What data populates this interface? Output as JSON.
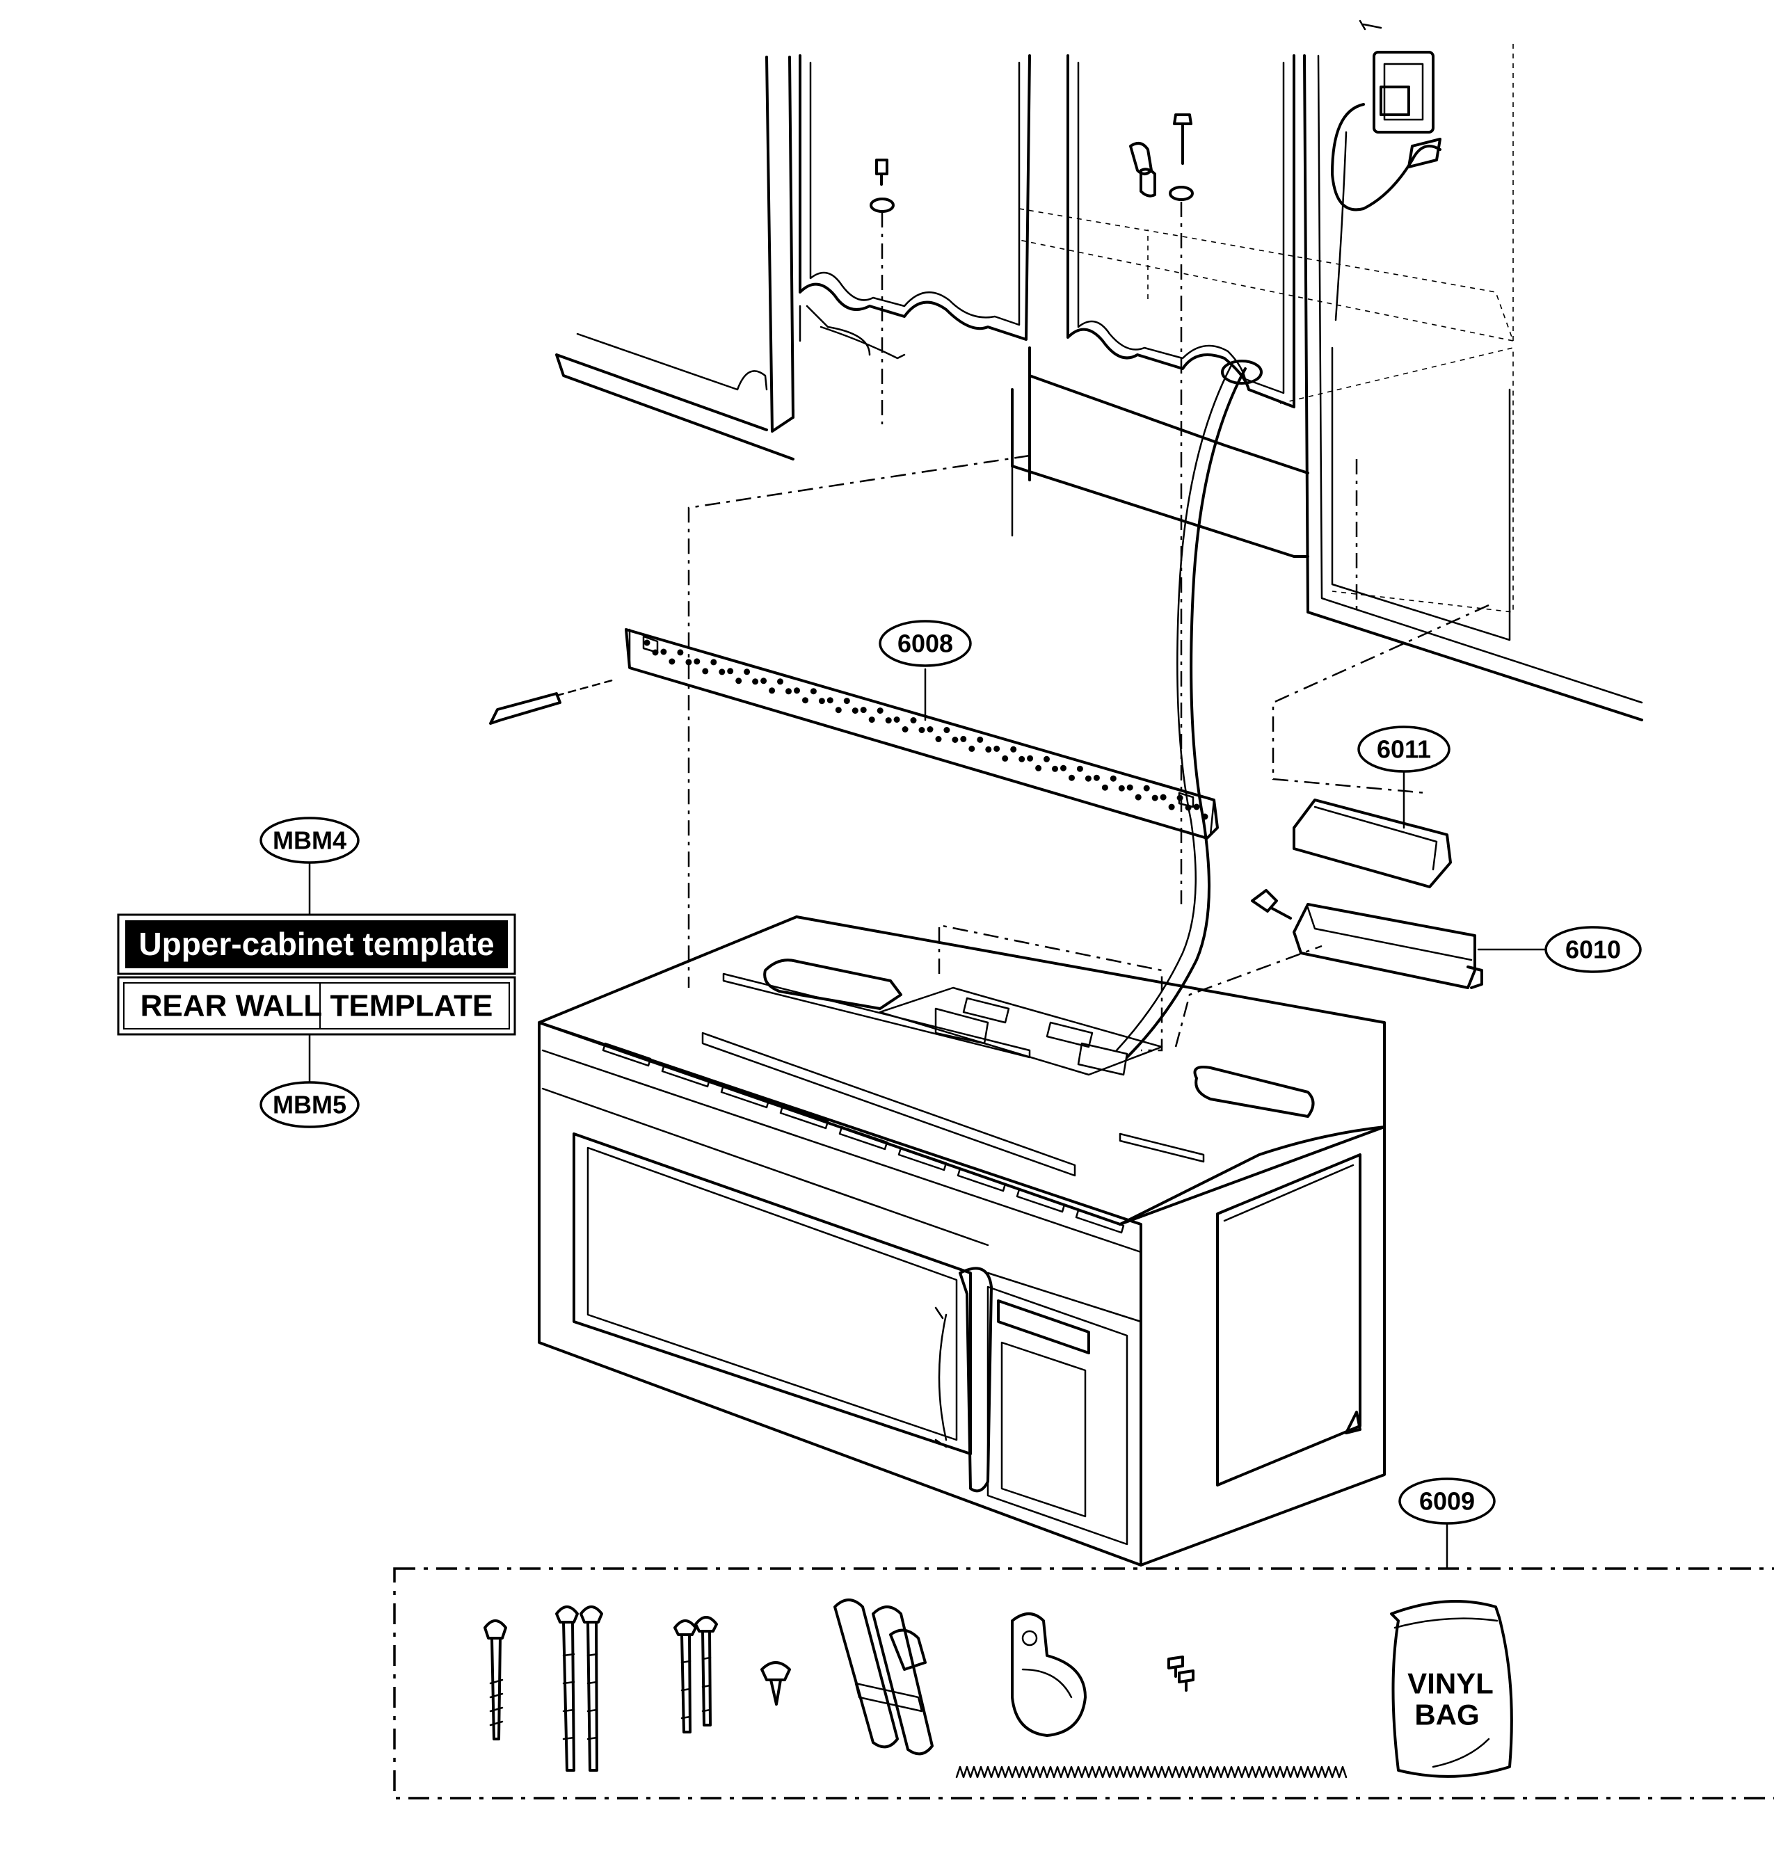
{
  "callouts": {
    "c6008": "6008",
    "c6011": "6011",
    "c6010": "6010",
    "c6009": "6009",
    "mbm4": "MBM4",
    "mbm5": "MBM5"
  },
  "templates": {
    "upper_cabinet": "Upper-cabinet template",
    "rear_wall": "REAR WALL TEMPLATE"
  },
  "vinyl_bag": {
    "line1": "VINYL",
    "line2": "BAG"
  },
  "colors": {
    "line": "#000000",
    "background": "#ffffff",
    "template_dark": "#000000",
    "template_light_text": "#ffffff"
  }
}
